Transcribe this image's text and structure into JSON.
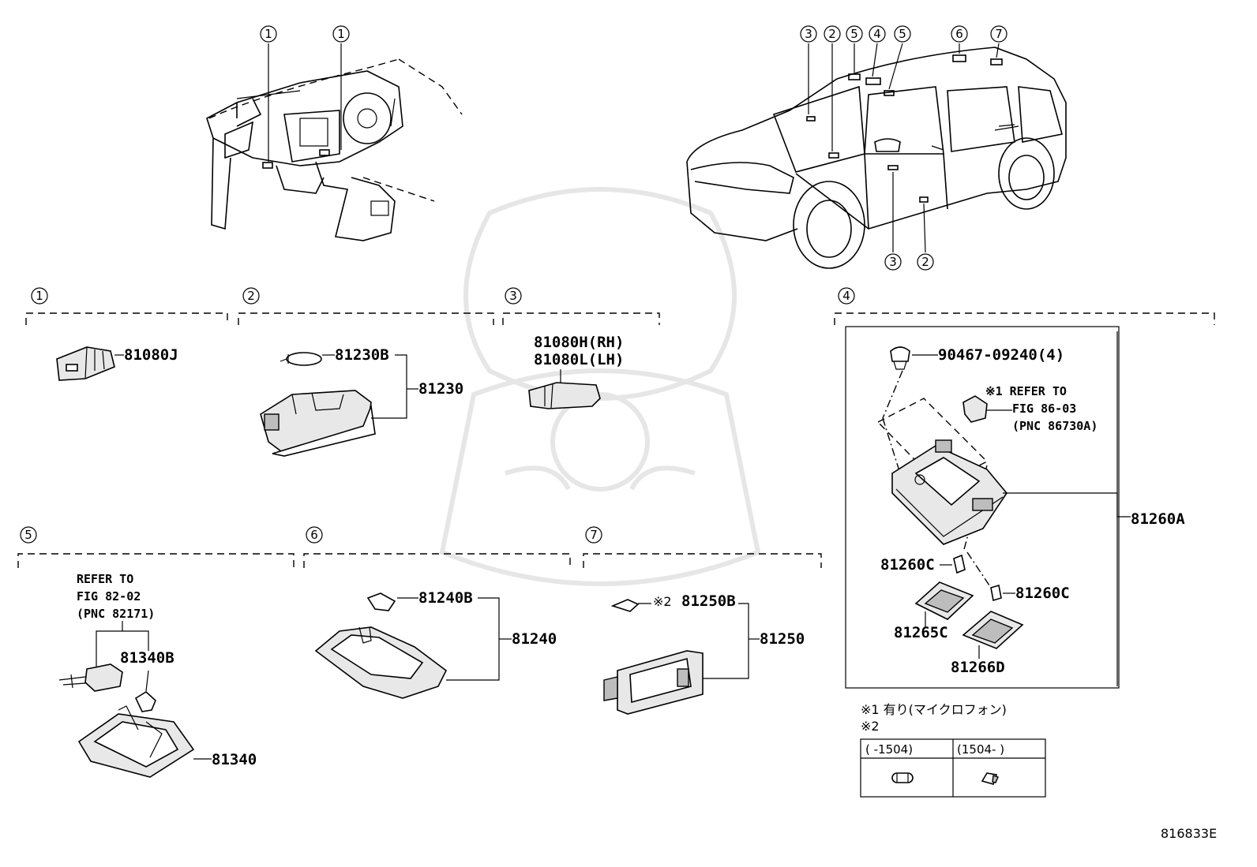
{
  "callouts": {
    "c1": "1",
    "c2": "2",
    "c3": "3",
    "c4": "4",
    "c5": "5",
    "c6": "6",
    "c7": "7"
  },
  "parts": {
    "p81080J": "81080J",
    "p81230B": "81230B",
    "p81230": "81230",
    "p81080H": "81080H(RH)",
    "p81080L": "81080L(LH)",
    "p90467": "90467-09240(4)",
    "ref1_line1": "※1 REFER TO",
    "ref1_line2": "FIG 86-03",
    "ref1_line3": "(PNC 86730A)",
    "p81260A": "81260A",
    "p81260C_left": "81260C",
    "p81260C_right": "81260C",
    "p81265C": "81265C",
    "p81266D": "81266D",
    "ref5_line1": "REFER TO",
    "ref5_line2": "FIG 82-02",
    "ref5_line3": "(PNC 82171)",
    "p81340B": "81340B",
    "p81340": "81340",
    "p81240B": "81240B",
    "p81240": "81240",
    "p81250B_mark": "※2",
    "p81250B": "81250B",
    "p81250": "81250"
  },
  "notes": {
    "note1": "※1 有り(マイクロフォン)",
    "note2": "※2"
  },
  "table": {
    "col1": "(      -1504)",
    "col2": "(1504-      )"
  },
  "figure_id": "816833E"
}
